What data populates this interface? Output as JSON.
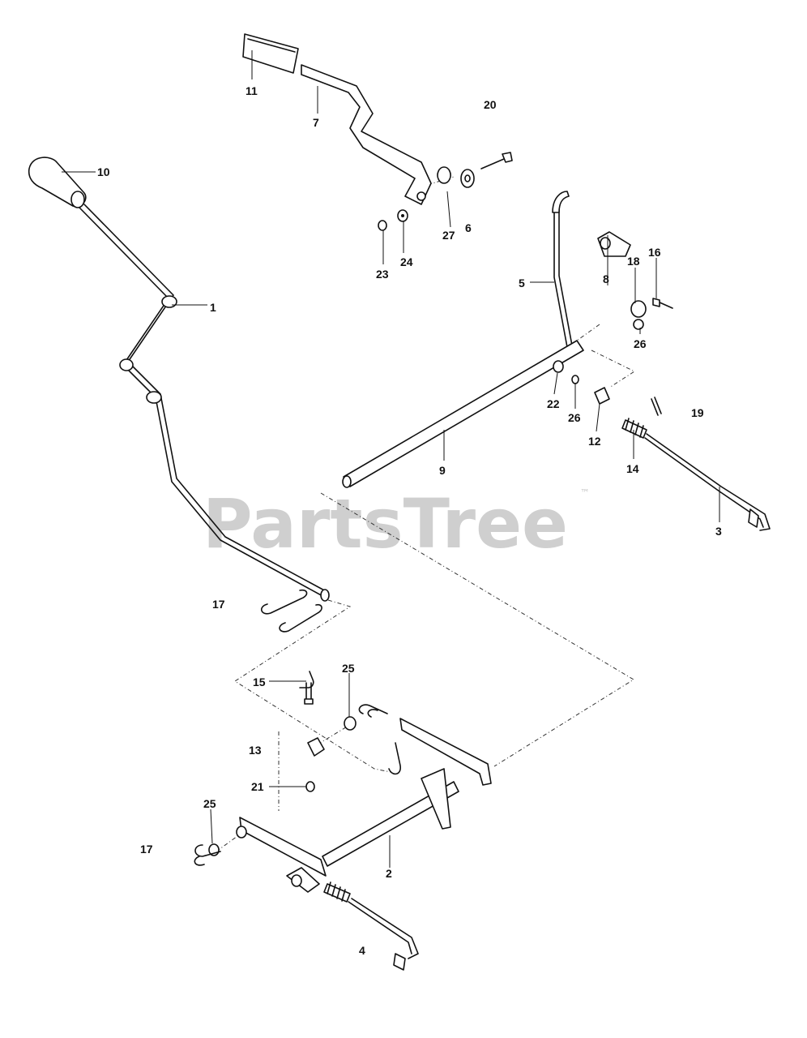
{
  "watermark": {
    "text": "PartsTree",
    "trademark": "™"
  },
  "callouts": [
    {
      "key": "c11",
      "text": "11"
    },
    {
      "key": "c7",
      "text": "7"
    },
    {
      "key": "c20",
      "text": "20"
    },
    {
      "key": "c10",
      "text": "10"
    },
    {
      "key": "c27",
      "text": "27"
    },
    {
      "key": "c6",
      "text": "6"
    },
    {
      "key": "c23",
      "text": "23"
    },
    {
      "key": "c24",
      "text": "24"
    },
    {
      "key": "c1",
      "text": "1"
    },
    {
      "key": "c5",
      "text": "5"
    },
    {
      "key": "c8",
      "text": "8"
    },
    {
      "key": "c18",
      "text": "18"
    },
    {
      "key": "c16",
      "text": "16"
    },
    {
      "key": "c26a",
      "text": "26"
    },
    {
      "key": "c22",
      "text": "22"
    },
    {
      "key": "c26b",
      "text": "26"
    },
    {
      "key": "c12",
      "text": "12"
    },
    {
      "key": "c19",
      "text": "19"
    },
    {
      "key": "c9",
      "text": "9"
    },
    {
      "key": "c14",
      "text": "14"
    },
    {
      "key": "c3",
      "text": "3"
    },
    {
      "key": "c17a",
      "text": "17"
    },
    {
      "key": "c15",
      "text": "15"
    },
    {
      "key": "c25a",
      "text": "25"
    },
    {
      "key": "c13",
      "text": "13"
    },
    {
      "key": "c21",
      "text": "21"
    },
    {
      "key": "c25b",
      "text": "25"
    },
    {
      "key": "c17b",
      "text": "17"
    },
    {
      "key": "c2",
      "text": "2"
    },
    {
      "key": "c4",
      "text": "4"
    }
  ]
}
